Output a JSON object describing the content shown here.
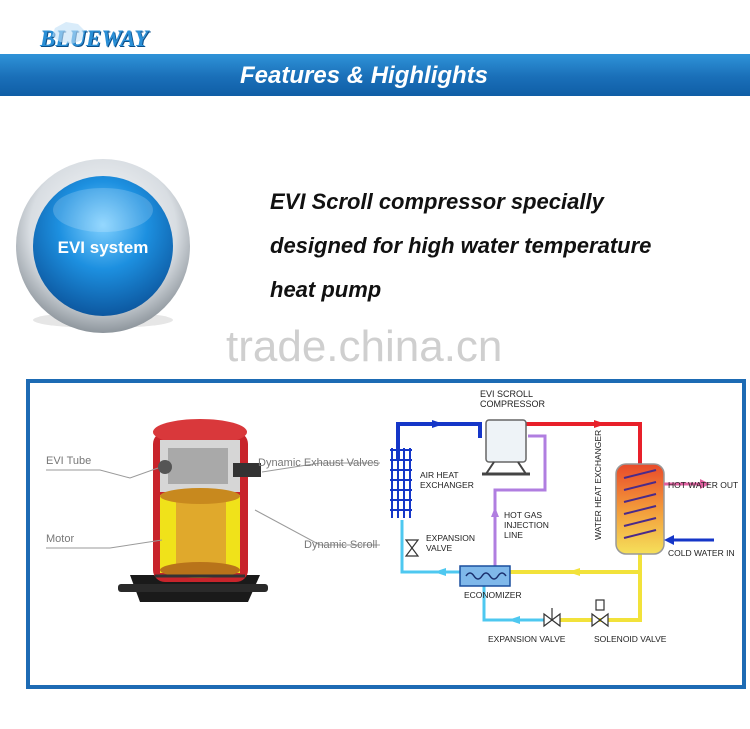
{
  "brand": {
    "logo_text": "BLUEWAY"
  },
  "banner": {
    "title": "Features & Highlights"
  },
  "badge": {
    "label": "EVI system"
  },
  "headline": {
    "lines": [
      "EVI Scroll compressor specially",
      "designed for high water temperature",
      "heat pump"
    ]
  },
  "watermark": {
    "text": "trade.china.cn"
  },
  "compressor_labels": {
    "evi_tube": "EVI Tube",
    "motor": "Motor",
    "exhaust_valves": "Dynamic Exhaust Valves",
    "dynamic_scroll": "Dynamic Scroll"
  },
  "schematic": {
    "compressor": "EVI SCROLL COMPRESSOR",
    "air_exchanger": [
      "AIR HEAT",
      "EXCHANGER"
    ],
    "expansion_valve_left": [
      "EXPANSION",
      "VALVE"
    ],
    "hot_gas": [
      "HOT GAS",
      "INJECTION",
      "LINE"
    ],
    "economizer": "ECONOMIZER",
    "expansion_valve_bottom": "EXPANSION VALVE",
    "solenoid_valve": "SOLENOID VALVE",
    "water_exchanger": "WATER HEAT EXCHANGER",
    "hot_out": "HOT WATER OUT",
    "cold_in": "COLD WATER IN"
  },
  "colors": {
    "banner": "#1a6fb8",
    "hot_line": "#e8202a",
    "cold_line": "#1536c8",
    "purple_line": "#b07ee0",
    "cyan_line": "#4ec8f0",
    "yellow_line": "#f2e23a"
  }
}
